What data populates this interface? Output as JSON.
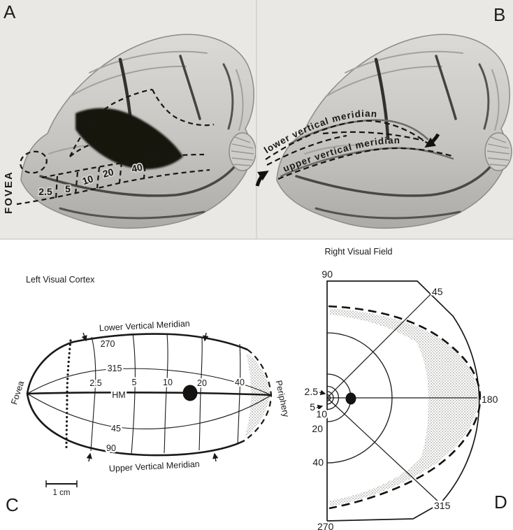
{
  "panelA": {
    "letter": "A",
    "fovea": "FOVEA",
    "ecc": [
      "2.5",
      "5",
      "10",
      "20",
      "40"
    ]
  },
  "panelB": {
    "letter": "B",
    "lowerMeridian": "lower vertical meridian",
    "upperMeridian": "upper vertical meridian"
  },
  "panelC": {
    "letter": "C",
    "title": "Left Visual Cortex",
    "lowerMeridian": "Lower Vertical Meridian",
    "upperMeridian": "Upper Vertical Meridian",
    "fovea": "Fovea",
    "periphery": "Periphery",
    "hm": "HM",
    "angles": [
      "270",
      "315",
      "45",
      "90"
    ],
    "ecc": [
      "2.5",
      "5",
      "10",
      "20",
      "40"
    ],
    "scale": "1 cm"
  },
  "panelD": {
    "letter": "D",
    "title": "Right Visual Field",
    "angles": [
      "90",
      "45",
      "180",
      "315",
      "270"
    ],
    "ecc": [
      "2.5",
      "5",
      "10",
      "20",
      "40"
    ]
  },
  "colors": {
    "photoBackground": "#e9e8e5",
    "ink": "#1a1918",
    "blackFill": "#141311"
  }
}
